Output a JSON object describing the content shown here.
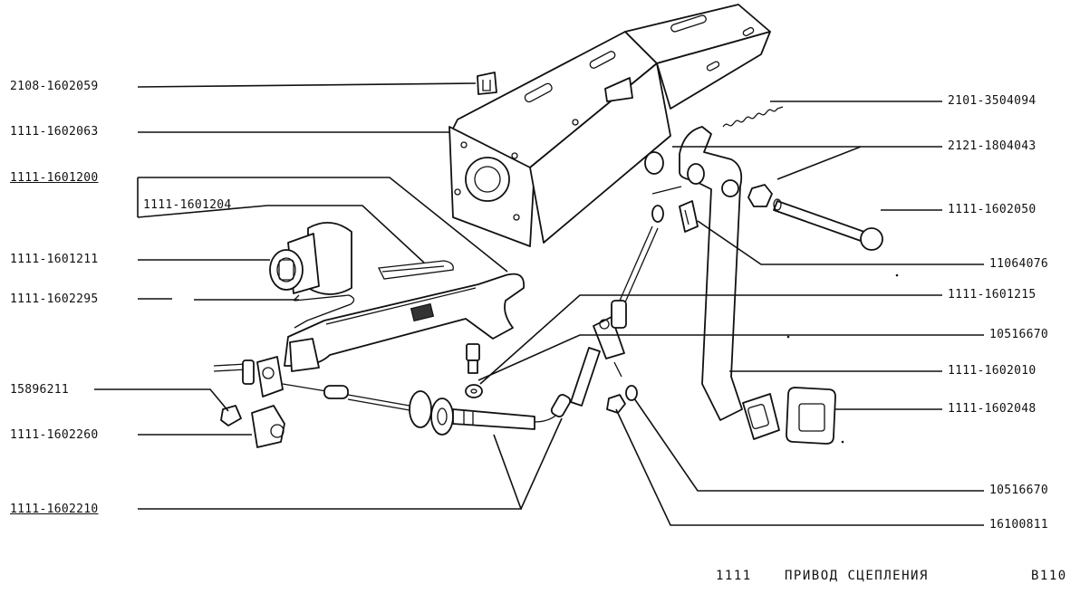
{
  "diagram": {
    "model": "1111",
    "title": "ПРИВОД СЦЕПЛЕНИЯ",
    "page": "B110",
    "labels": {
      "p2108_1602059": "2108-1602059",
      "p1111_1602063": "1111-1602063",
      "p1111_1601200": "1111-1601200",
      "p1111_1601204": "1111-1601204",
      "p1111_1601211": "1111-1601211",
      "p1111_1602295": "1111-1602295",
      "p15896211": "15896211",
      "p1111_1602260": "1111-1602260",
      "p1111_1602210": "1111-1602210",
      "p2101_3504094": "2101-3504094",
      "p2121_1804043": "2121-1804043",
      "p1111_1602050": "1111-1602050",
      "p11064076": "11064076",
      "p1111_1601215": "1111-1601215",
      "p10516670_a": "10516670",
      "p1111_1602010": "1111-1602010",
      "p1111_1602048": "1111-1602048",
      "p10516670_b": "10516670",
      "p16100811": "16100811"
    }
  }
}
